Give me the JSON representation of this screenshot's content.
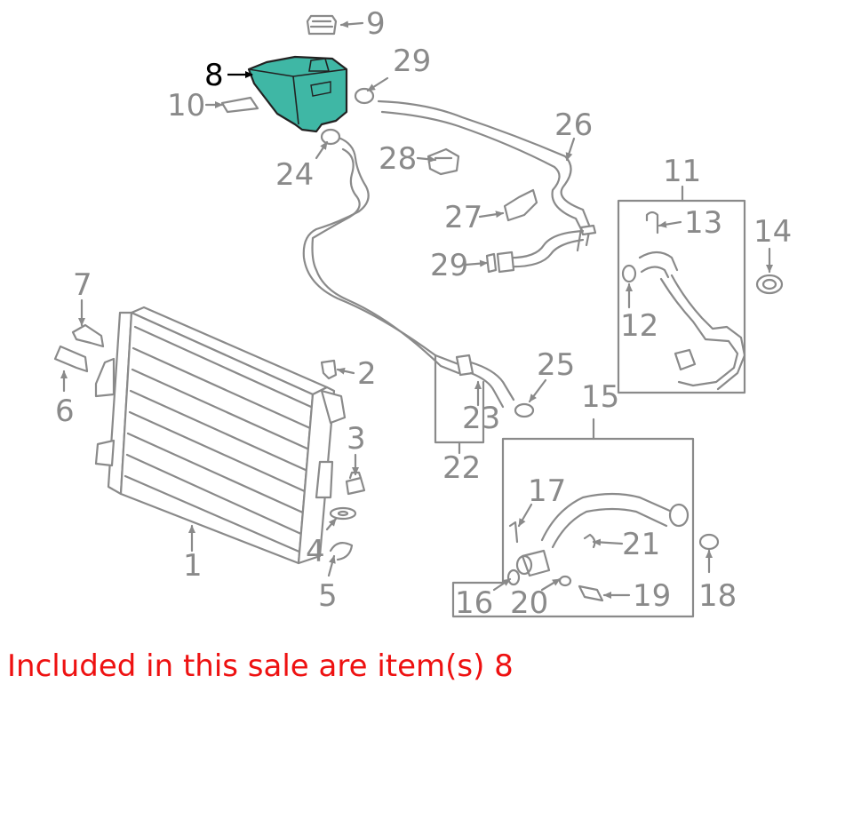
{
  "callouts": [
    {
      "id": "1",
      "label": "1"
    },
    {
      "id": "2",
      "label": "2"
    },
    {
      "id": "3",
      "label": "3"
    },
    {
      "id": "4",
      "label": "4"
    },
    {
      "id": "5",
      "label": "5"
    },
    {
      "id": "6",
      "label": "6"
    },
    {
      "id": "7",
      "label": "7"
    },
    {
      "id": "8",
      "label": "8",
      "highlighted": true
    },
    {
      "id": "9",
      "label": "9"
    },
    {
      "id": "10",
      "label": "10"
    },
    {
      "id": "11",
      "label": "11"
    },
    {
      "id": "12",
      "label": "12"
    },
    {
      "id": "13",
      "label": "13"
    },
    {
      "id": "14",
      "label": "14"
    },
    {
      "id": "15",
      "label": "15"
    },
    {
      "id": "16",
      "label": "16"
    },
    {
      "id": "17",
      "label": "17"
    },
    {
      "id": "18",
      "label": "18"
    },
    {
      "id": "19",
      "label": "19"
    },
    {
      "id": "20",
      "label": "20"
    },
    {
      "id": "21",
      "label": "21"
    },
    {
      "id": "22",
      "label": "22"
    },
    {
      "id": "23",
      "label": "23"
    },
    {
      "id": "24",
      "label": "24"
    },
    {
      "id": "25",
      "label": "25"
    },
    {
      "id": "26",
      "label": "26"
    },
    {
      "id": "27",
      "label": "27"
    },
    {
      "id": "28",
      "label": "28"
    },
    {
      "id": "29a",
      "label": "29"
    },
    {
      "id": "29b",
      "label": "29"
    }
  ],
  "caption": "Included in this sale are item(s) 8",
  "colors": {
    "line": "#8a8a8a",
    "highlight_fill": "#3fb7a5",
    "highlight_label": "#000000",
    "caption": "#ee1111"
  }
}
